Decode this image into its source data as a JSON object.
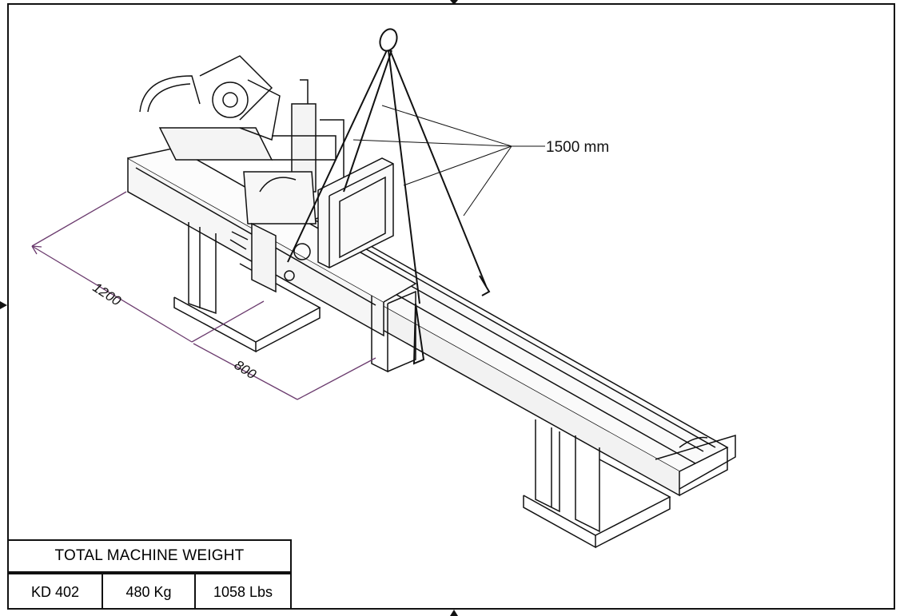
{
  "callout": {
    "length_label": "1500 mm"
  },
  "dimensions": {
    "width": "1200",
    "depth": "800"
  },
  "weight_table": {
    "title": "TOTAL MACHINE WEIGHT",
    "model": "KD 402",
    "weight_kg": "480 Kg",
    "weight_lbs": "1058 Lbs"
  },
  "colors": {
    "dimension_line": "#6b3b6e",
    "ink": "#111111"
  }
}
